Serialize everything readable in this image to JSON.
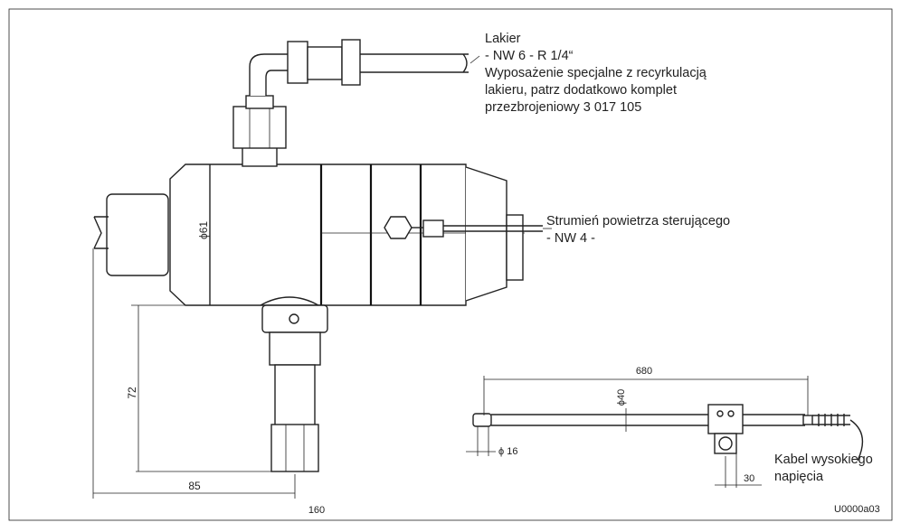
{
  "callouts": {
    "paint": {
      "line1": "Lakier",
      "line2": "- NW 6 - R 1/4“",
      "line3": "Wyposażenie specjalne z recyrkulacją",
      "line4": "lakieru, patrz dodatkowo komplet",
      "line5": "przezbrojeniowy 3 017 105"
    },
    "air": {
      "line1": "Strumień powietrza sterującego",
      "line2": "- NW 4 -"
    },
    "cable": {
      "line1": "Kabel wysokiego",
      "line2": "napięcia"
    }
  },
  "dimensions": {
    "diameter_body": "ϕ61",
    "height": "72",
    "width": "85",
    "length": "680",
    "diameter_40": "ϕ40",
    "diameter_16": "ϕ 16",
    "offset_30": "30",
    "cut_label": "160"
  },
  "drawing_id": "U0000a03"
}
